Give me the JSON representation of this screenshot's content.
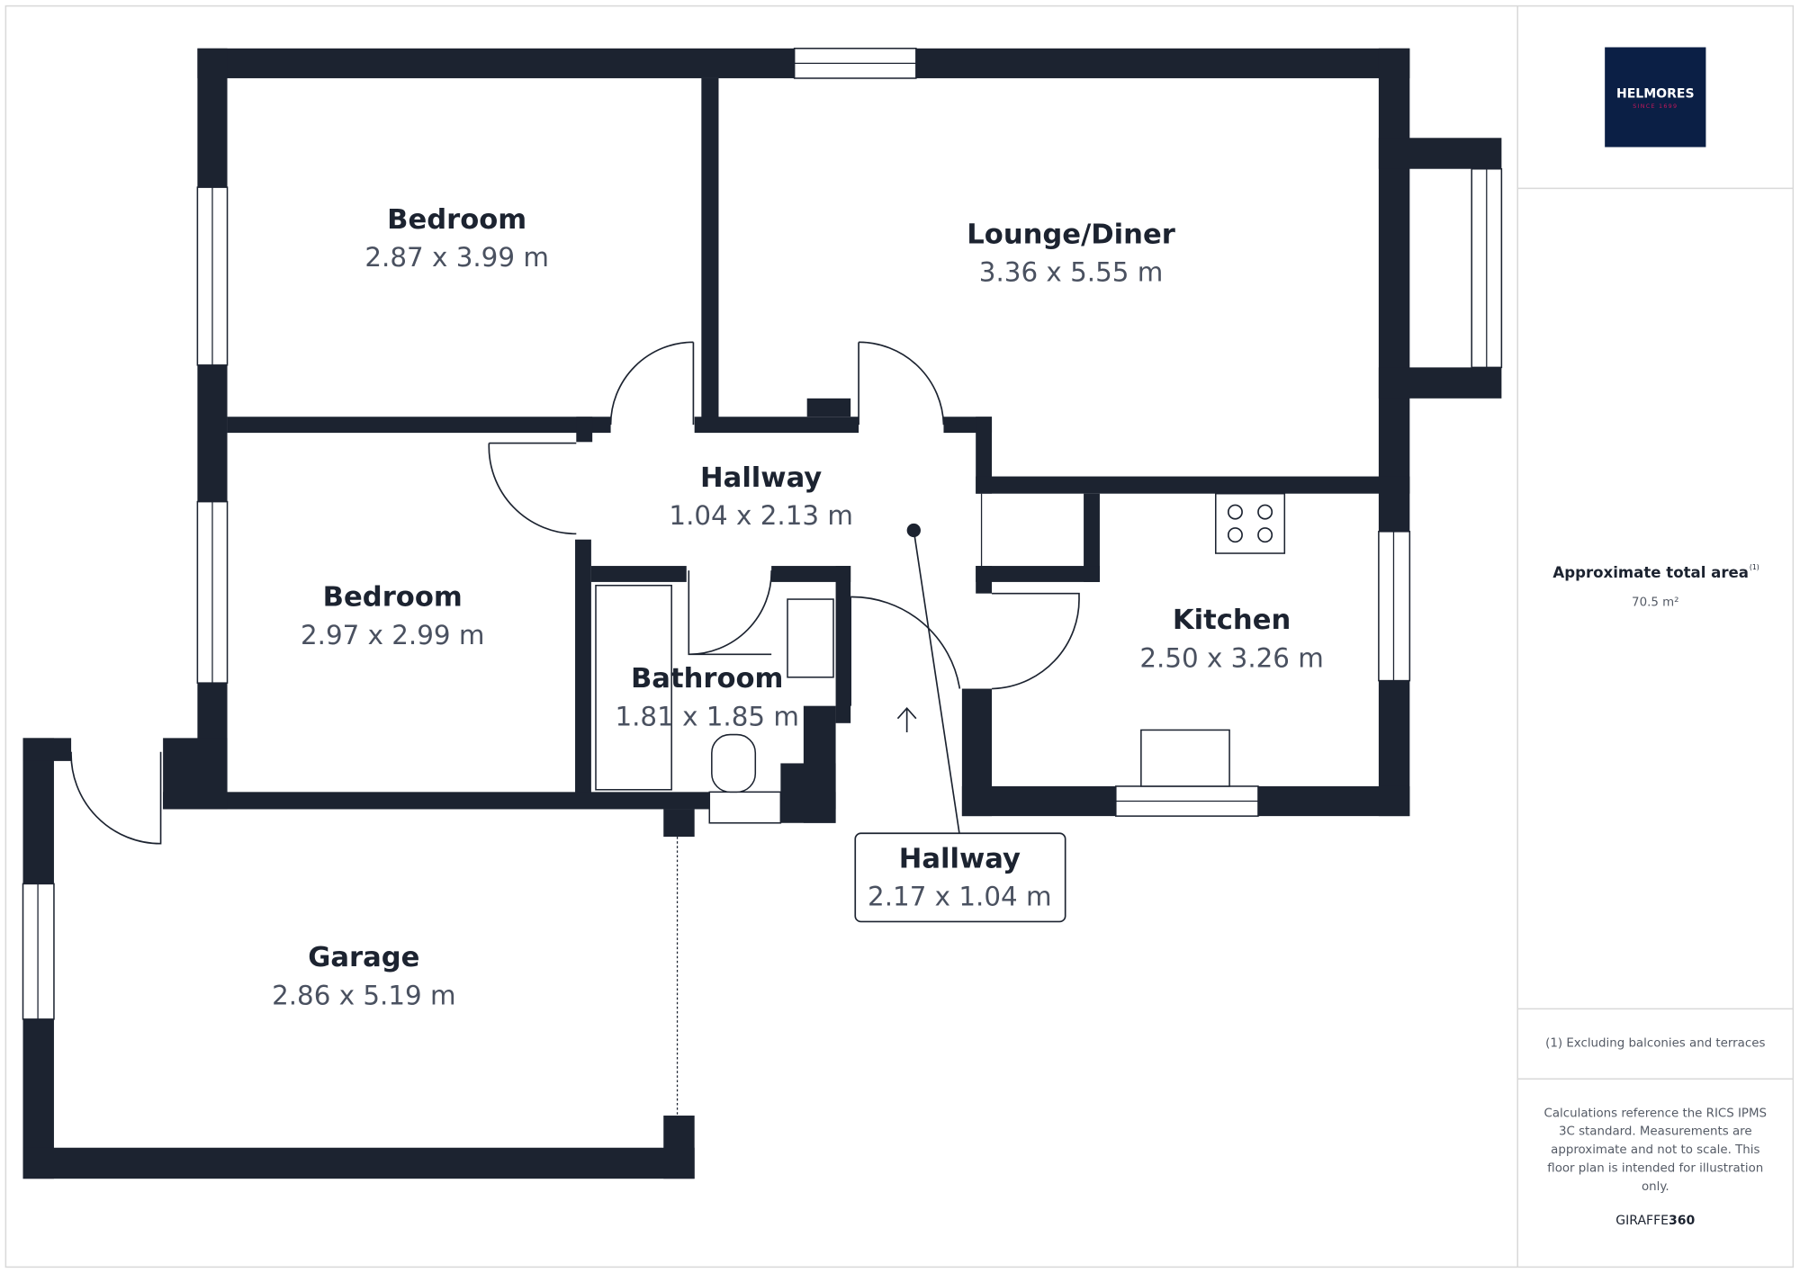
{
  "rooms": {
    "bedroom1": {
      "name": "Bedroom",
      "dims": "2.87 x 3.99 m"
    },
    "lounge": {
      "name": "Lounge/Diner",
      "dims": "3.36 x 5.55 m"
    },
    "hallway1": {
      "name": "Hallway",
      "dims": "1.04 x 2.13 m"
    },
    "bedroom2": {
      "name": "Bedroom",
      "dims": "2.97 x 2.99 m"
    },
    "kitchen": {
      "name": "Kitchen",
      "dims": "2.50 x 3.26 m"
    },
    "bathroom": {
      "name": "Bathroom",
      "dims": "1.81 x 1.85 m"
    },
    "hallway2": {
      "name": "Hallway",
      "dims": "2.17 x 1.04 m"
    },
    "garage": {
      "name": "Garage",
      "dims": "2.86 x 5.19 m"
    }
  },
  "panel": {
    "logo_name": "HELMORES",
    "logo_tagline": "SINCE 1699",
    "area_label": "Approximate total area",
    "area_sup": "(1)",
    "area_value": "70.5 m²",
    "footnote": "(1) Excluding balconies and terraces",
    "disclaimer_lines": [
      "Calculations reference the RICS IPMS",
      "3C standard. Measurements are",
      "approximate and not to scale. This",
      "floor plan is intended for illustration",
      "only."
    ],
    "brand_a": "GIRAFFE",
    "brand_b": "360"
  },
  "colors": {
    "wall": "#1c2330",
    "logo_bg": "#0b1f45",
    "logo_accent": "#c2185b"
  }
}
